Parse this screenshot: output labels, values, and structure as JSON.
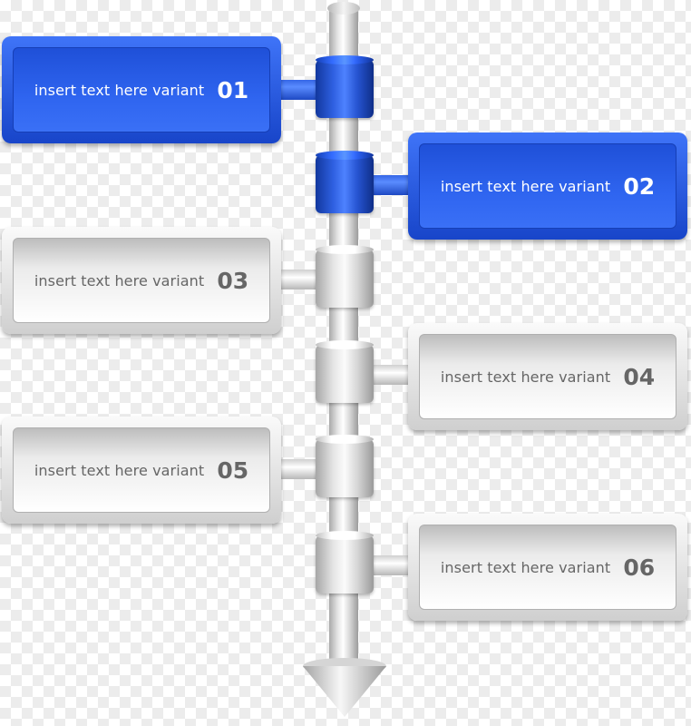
{
  "diagram": {
    "steps": [
      {
        "text": "insert text here variant",
        "number": "01",
        "color": "#2a5ce6",
        "highlighted": true
      },
      {
        "text": "insert text here variant",
        "number": "02",
        "color": "#2a5ce6",
        "highlighted": true
      },
      {
        "text": "insert text here variant",
        "number": "03",
        "color": "#d8d8d8",
        "highlighted": false
      },
      {
        "text": "insert text here variant",
        "number": "04",
        "color": "#d8d8d8",
        "highlighted": false
      },
      {
        "text": "insert text here variant",
        "number": "05",
        "color": "#d8d8d8",
        "highlighted": false
      },
      {
        "text": "insert text here variant",
        "number": "06",
        "color": "#d8d8d8",
        "highlighted": false
      }
    ]
  }
}
